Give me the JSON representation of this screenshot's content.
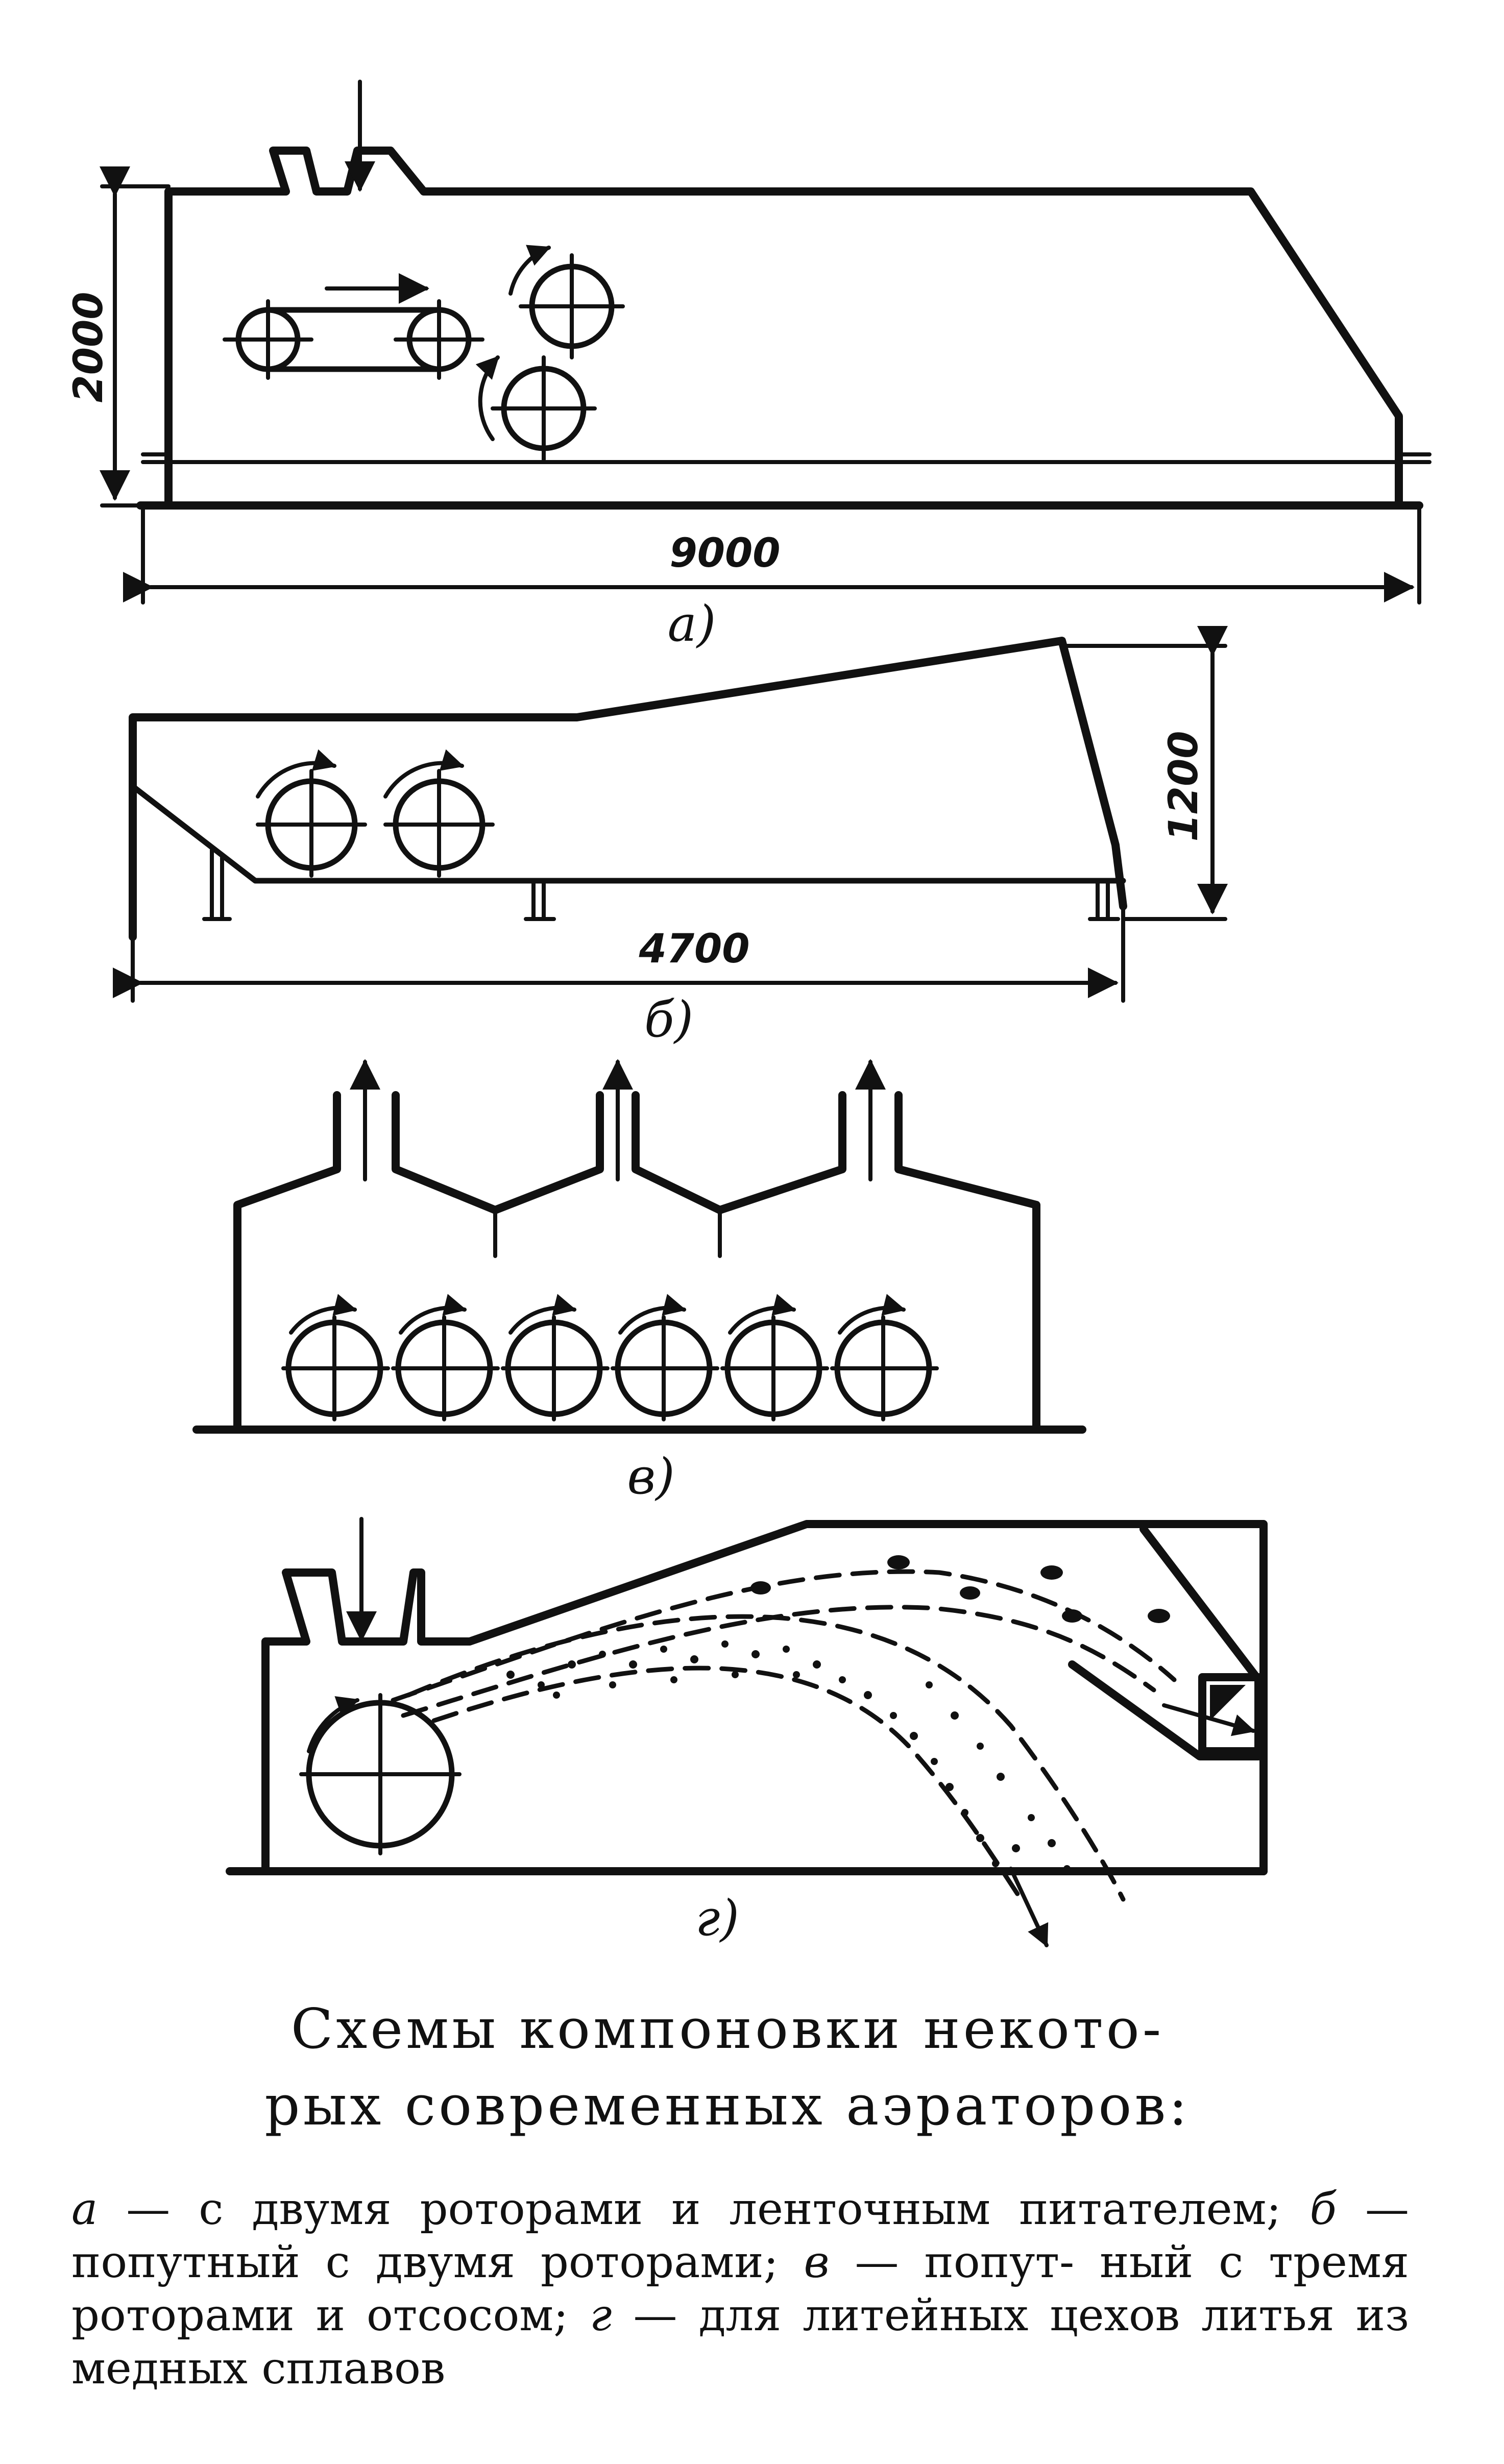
{
  "diagram": {
    "panel_a": {
      "label": "а)",
      "dim_height": "2000",
      "dim_width": "9000"
    },
    "panel_b": {
      "label": "б)",
      "dim_height": "1200",
      "dim_width": "4700"
    },
    "panel_v": {
      "label": "в)"
    },
    "panel_g": {
      "label": "г)"
    }
  },
  "caption": {
    "title_line1": "Схемы компоновки некото-",
    "title_line2": "рых современных аэраторов:",
    "legend": [
      {
        "key": "а",
        "text": "с двумя роторами и ленточным питателем;"
      },
      {
        "key": "б",
        "text": "попутный с двумя роторами;"
      },
      {
        "key": "в",
        "text": "попут- ный с тремя роторами и отсосом;"
      },
      {
        "key": "г",
        "text": "для литейных цехов литья из медных сплавов"
      }
    ],
    "dash": "—"
  }
}
